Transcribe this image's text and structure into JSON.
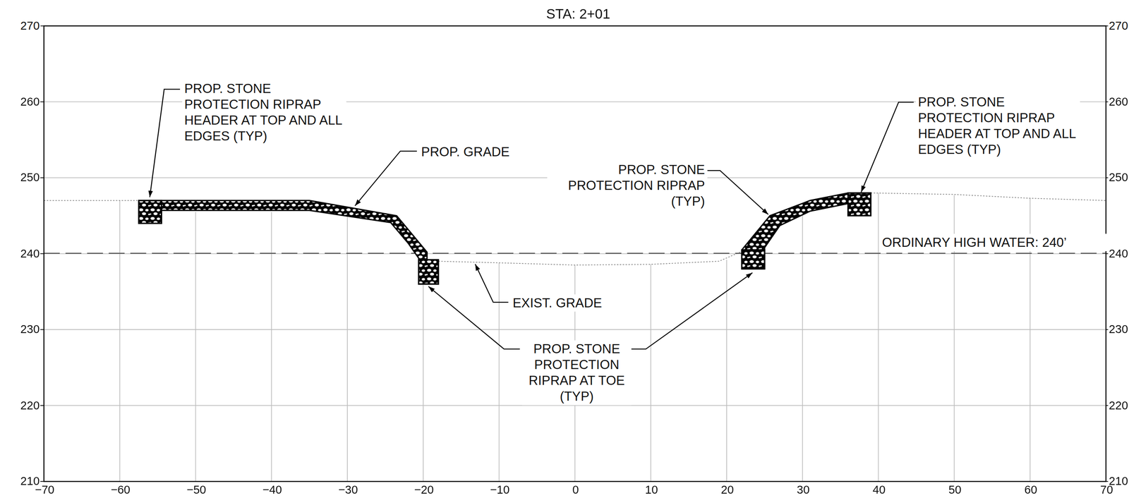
{
  "diagram": {
    "title": "STA: 2+01",
    "labels": [
      "270",
      "260",
      "250",
      "240",
      "230",
      "220",
      "210",
      "270",
      "260",
      "250",
      "240",
      "230",
      "220",
      "210",
      "−70",
      "−60",
      "−50",
      "−40",
      "−30",
      "−20",
      "−10",
      "0",
      "10",
      "20",
      "30",
      "40",
      "50",
      "60",
      "70",
      "PROP. STONE PROTECTION RIPRAP HEADER AT TOP AND ALL EDGES (TYP)",
      "PROP. GRADE",
      "PROP. STONE PROTECTION RIPRAP (TYP)",
      "PROP. STONE PROTECTION RIPRAP HEADER AT TOP AND ALL EDGES (TYP)",
      "ORDINARY HIGH WATER: 240’",
      "EXIST. GRADE",
      "PROP. STONE PROTECTION RIPRAP AT TOE (TYP)"
    ]
  }
}
